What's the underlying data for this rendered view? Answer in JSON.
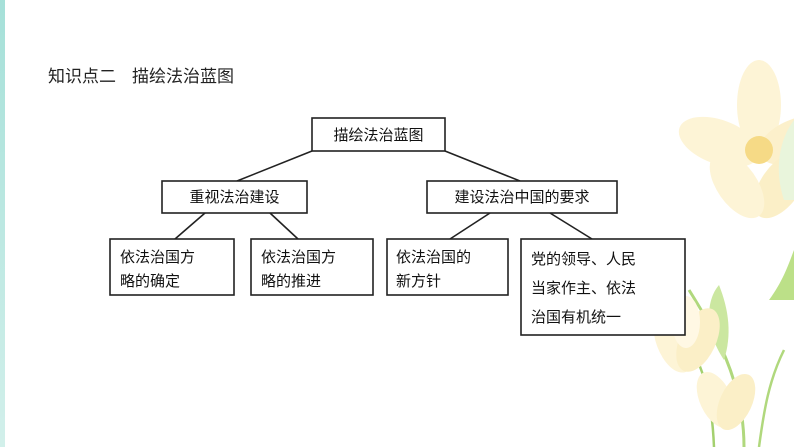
{
  "header": {
    "section": "知识点二",
    "topic": "描绘法治蓝图"
  },
  "diagram": {
    "root": {
      "lines": [
        "描绘法治蓝图"
      ]
    },
    "branches": [
      {
        "lines": [
          "重视法治建设"
        ],
        "children": [
          {
            "lines": [
              "依法治国方",
              "略的确定"
            ]
          },
          {
            "lines": [
              "依法治国方",
              "略的推进"
            ]
          }
        ]
      },
      {
        "lines": [
          "建设法治中国的要求"
        ],
        "children": [
          {
            "lines": [
              "依法治国的",
              "新方针"
            ]
          },
          {
            "lines": [
              "党的领导、人民",
              "当家作主、依法",
              "治国有机统一"
            ]
          }
        ]
      }
    ]
  },
  "colors": {
    "accent": "#7fd3c8",
    "flower_petal": "#fbeec2",
    "leaf": "#a8d46f"
  }
}
